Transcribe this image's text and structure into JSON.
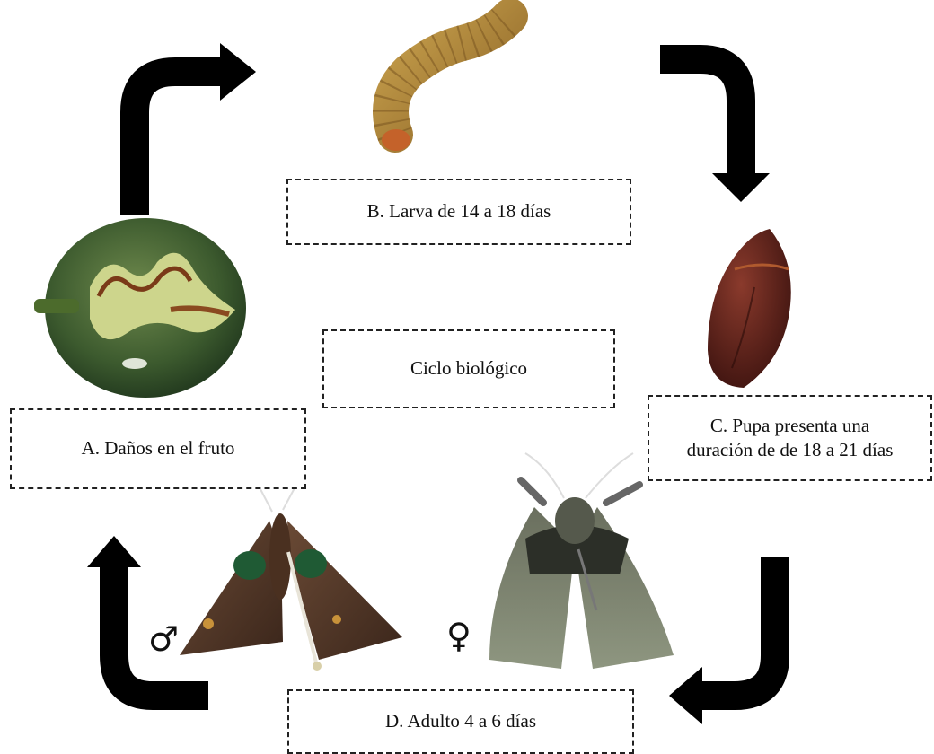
{
  "diagram": {
    "center_label": "Ciclo biológico",
    "stages": {
      "a": "A.   Daños en el fruto",
      "b": "B. Larva de 14 a 18 días",
      "c_line1": "C. Pupa presenta una",
      "c_line2": "duración de de 18 a 21 días",
      "d": "D. Adulto 4 a 6 días"
    },
    "symbols": {
      "male": "♂",
      "female": "♀"
    },
    "colors": {
      "arrow": "#000000",
      "border": "#222222"
    }
  }
}
